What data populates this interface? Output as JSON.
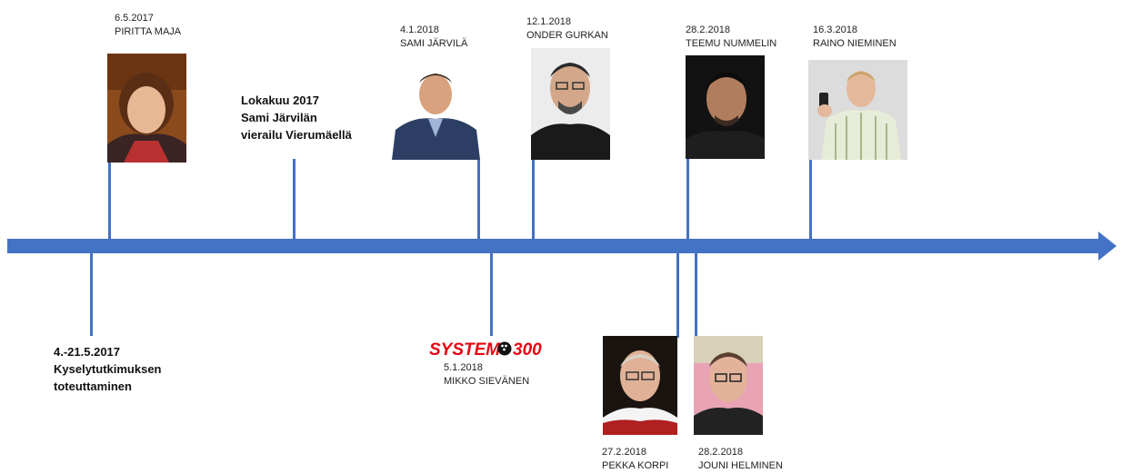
{
  "events": [
    {
      "id": "piritta",
      "date": "6.5.2017",
      "name": "PIRITTA MAJA"
    },
    {
      "id": "sami",
      "date": "4.1.2018",
      "name": "SAMI JÄRVILÄ"
    },
    {
      "id": "onder",
      "date": "12.1.2018",
      "name": "ONDER GURKAN"
    },
    {
      "id": "teemu",
      "date": "28.2.2018",
      "name": "TEEMU NUMMELIN"
    },
    {
      "id": "raino",
      "date": "16.3.2018",
      "name": "RAINO NIEMINEN"
    },
    {
      "id": "mikko",
      "date": "5.1.2018",
      "name": "MIKKO SIEVÄNEN"
    },
    {
      "id": "pekka",
      "date": "27.2.2018",
      "name": "PEKKA KORPI"
    },
    {
      "id": "jouni",
      "date": "28.2.2018",
      "name": "JOUNI HELMINEN"
    }
  ],
  "milestones": {
    "lokakuu": [
      "Lokakuu 2017",
      "Sami Järvilän",
      "vierailu Vierumäellä"
    ],
    "kysely": [
      "4.-21.5.2017",
      "Kyselytutkimuksen",
      "toteuttaminen"
    ]
  },
  "logo": {
    "text_left": "SYSTEM",
    "text_right": "300",
    "color": "#e30613"
  },
  "colors": {
    "axis": "#4472c4"
  }
}
